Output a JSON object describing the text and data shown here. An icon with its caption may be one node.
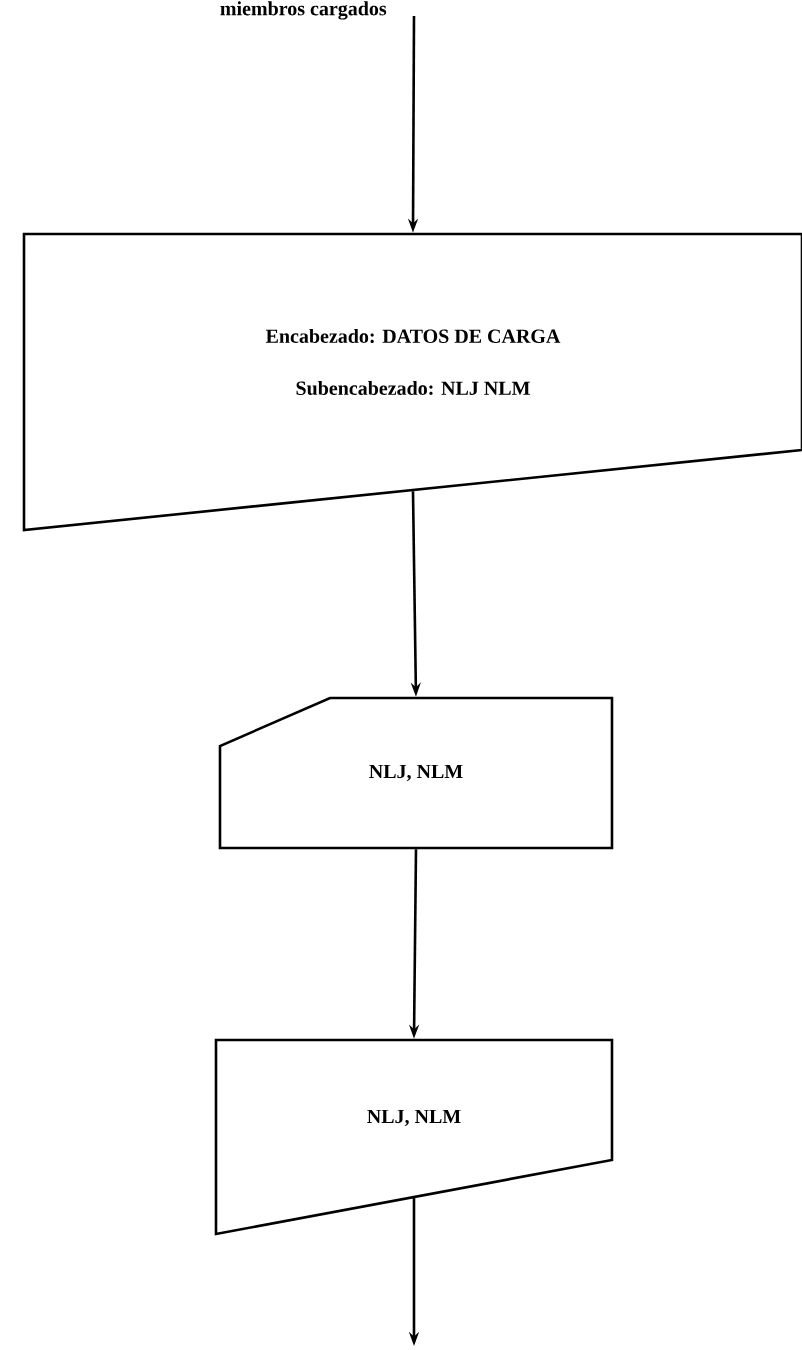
{
  "diagram": {
    "nodes": [
      {
        "text": [
          "Encabezado: DATOS DE CARGA",
          "Subencabezado: NLJ NLM"
        ]
      },
      {
        "text": [
          "NLJ, NLM"
        ]
      },
      {
        "text": [
          "NLJ, NLM"
        ]
      }
    ],
    "edges": [
      {
        "from": null,
        "to": 0,
        "arrow": "to"
      },
      {
        "from": 0,
        "to": 1,
        "arrow": "to"
      },
      {
        "from": 1,
        "to": 2,
        "arrow": "to"
      },
      {
        "from": 2,
        "to": null,
        "arrow": "to"
      }
    ],
    "labels": [
      "miembros cargados"
    ]
  }
}
